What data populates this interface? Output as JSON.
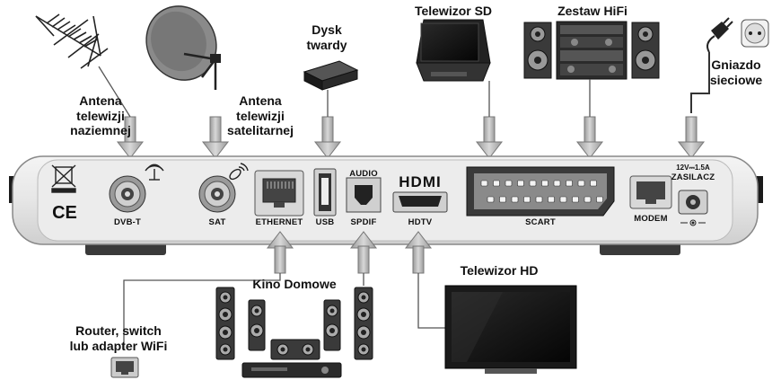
{
  "devices": {
    "antenna_terrestrial": "Antena\ntelewizji\nnaziemnej",
    "antenna_satellite": "Antena\ntelewizji\nsatelitarnej",
    "hard_drive": "Dysk\ntwardy",
    "tv_sd": "Telewizor SD",
    "hifi": "Zestaw HiFi",
    "power_socket": "Gniazdo\nsieciowe",
    "home_theater": "Kino Domowe",
    "tv_hd": "Telewizor HD",
    "router": "Router, switch\nlub adapter WiFi"
  },
  "ports": {
    "dvbt": "DVB-T",
    "sat": "SAT",
    "ethernet": "ETHERNET",
    "usb": "USB",
    "audio": "AUDIO",
    "spdif": "SPDIF",
    "hdmi_logo": "HDMI",
    "hdtv": "HDTV",
    "scart": "SCART",
    "modem": "MODEM",
    "power_rating": "12V⎓1.5A",
    "power": "ZASILACZ"
  },
  "markings": {
    "ce": "CE"
  }
}
